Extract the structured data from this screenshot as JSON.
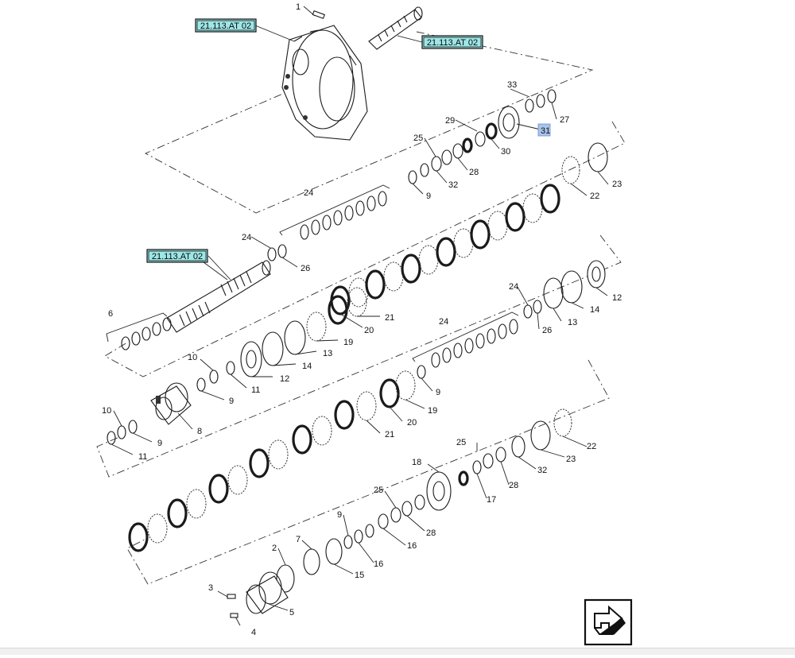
{
  "diagram": {
    "references": [
      {
        "id": "ref-top-left",
        "label": "21.113.AT 02",
        "highlight": "#9fe7e7"
      },
      {
        "id": "ref-top-right",
        "label": "21.113.AT 02",
        "highlight": "#9fe7e7"
      },
      {
        "id": "ref-middle-left",
        "label": "21.113.AT 02",
        "highlight": "#9fe7e7"
      }
    ],
    "part_numbers": {
      "p1": "1",
      "p2": "2",
      "p3": "3",
      "p4": "4",
      "p5": "5",
      "p6": "6",
      "p7": "7",
      "p8": "8",
      "p9a": "9",
      "p9b": "9",
      "p9c": "9",
      "p9d": "9",
      "p9e": "9",
      "p10a": "10",
      "p10b": "10",
      "p11a": "11",
      "p11b": "11",
      "p12a": "12",
      "p12b": "12",
      "p13a": "13",
      "p13b": "13",
      "p14a": "14",
      "p14b": "14",
      "p15": "15",
      "p16a": "16",
      "p16b": "16",
      "p17": "17",
      "p18": "18",
      "p19a": "19",
      "p19b": "19",
      "p20a": "20",
      "p20b": "20",
      "p21a": "21",
      "p21b": "21",
      "p22a": "22",
      "p22b": "22",
      "p23a": "23",
      "p23b": "23",
      "p24a": "24",
      "p24b": "24",
      "p24c": "24",
      "p24d": "24",
      "p25a": "25",
      "p25b": "25",
      "p25c": "25",
      "p26a": "26",
      "p26b": "26",
      "p27": "27",
      "p28a": "28",
      "p28b": "28",
      "p28c": "28",
      "p29": "29",
      "p30": "30",
      "p31": "31",
      "p32a": "32",
      "p32b": "32",
      "p33": "33"
    },
    "selected_part": "31",
    "selected_color": "#a9c4ec",
    "nav_icon": "return-arrow-icon"
  }
}
